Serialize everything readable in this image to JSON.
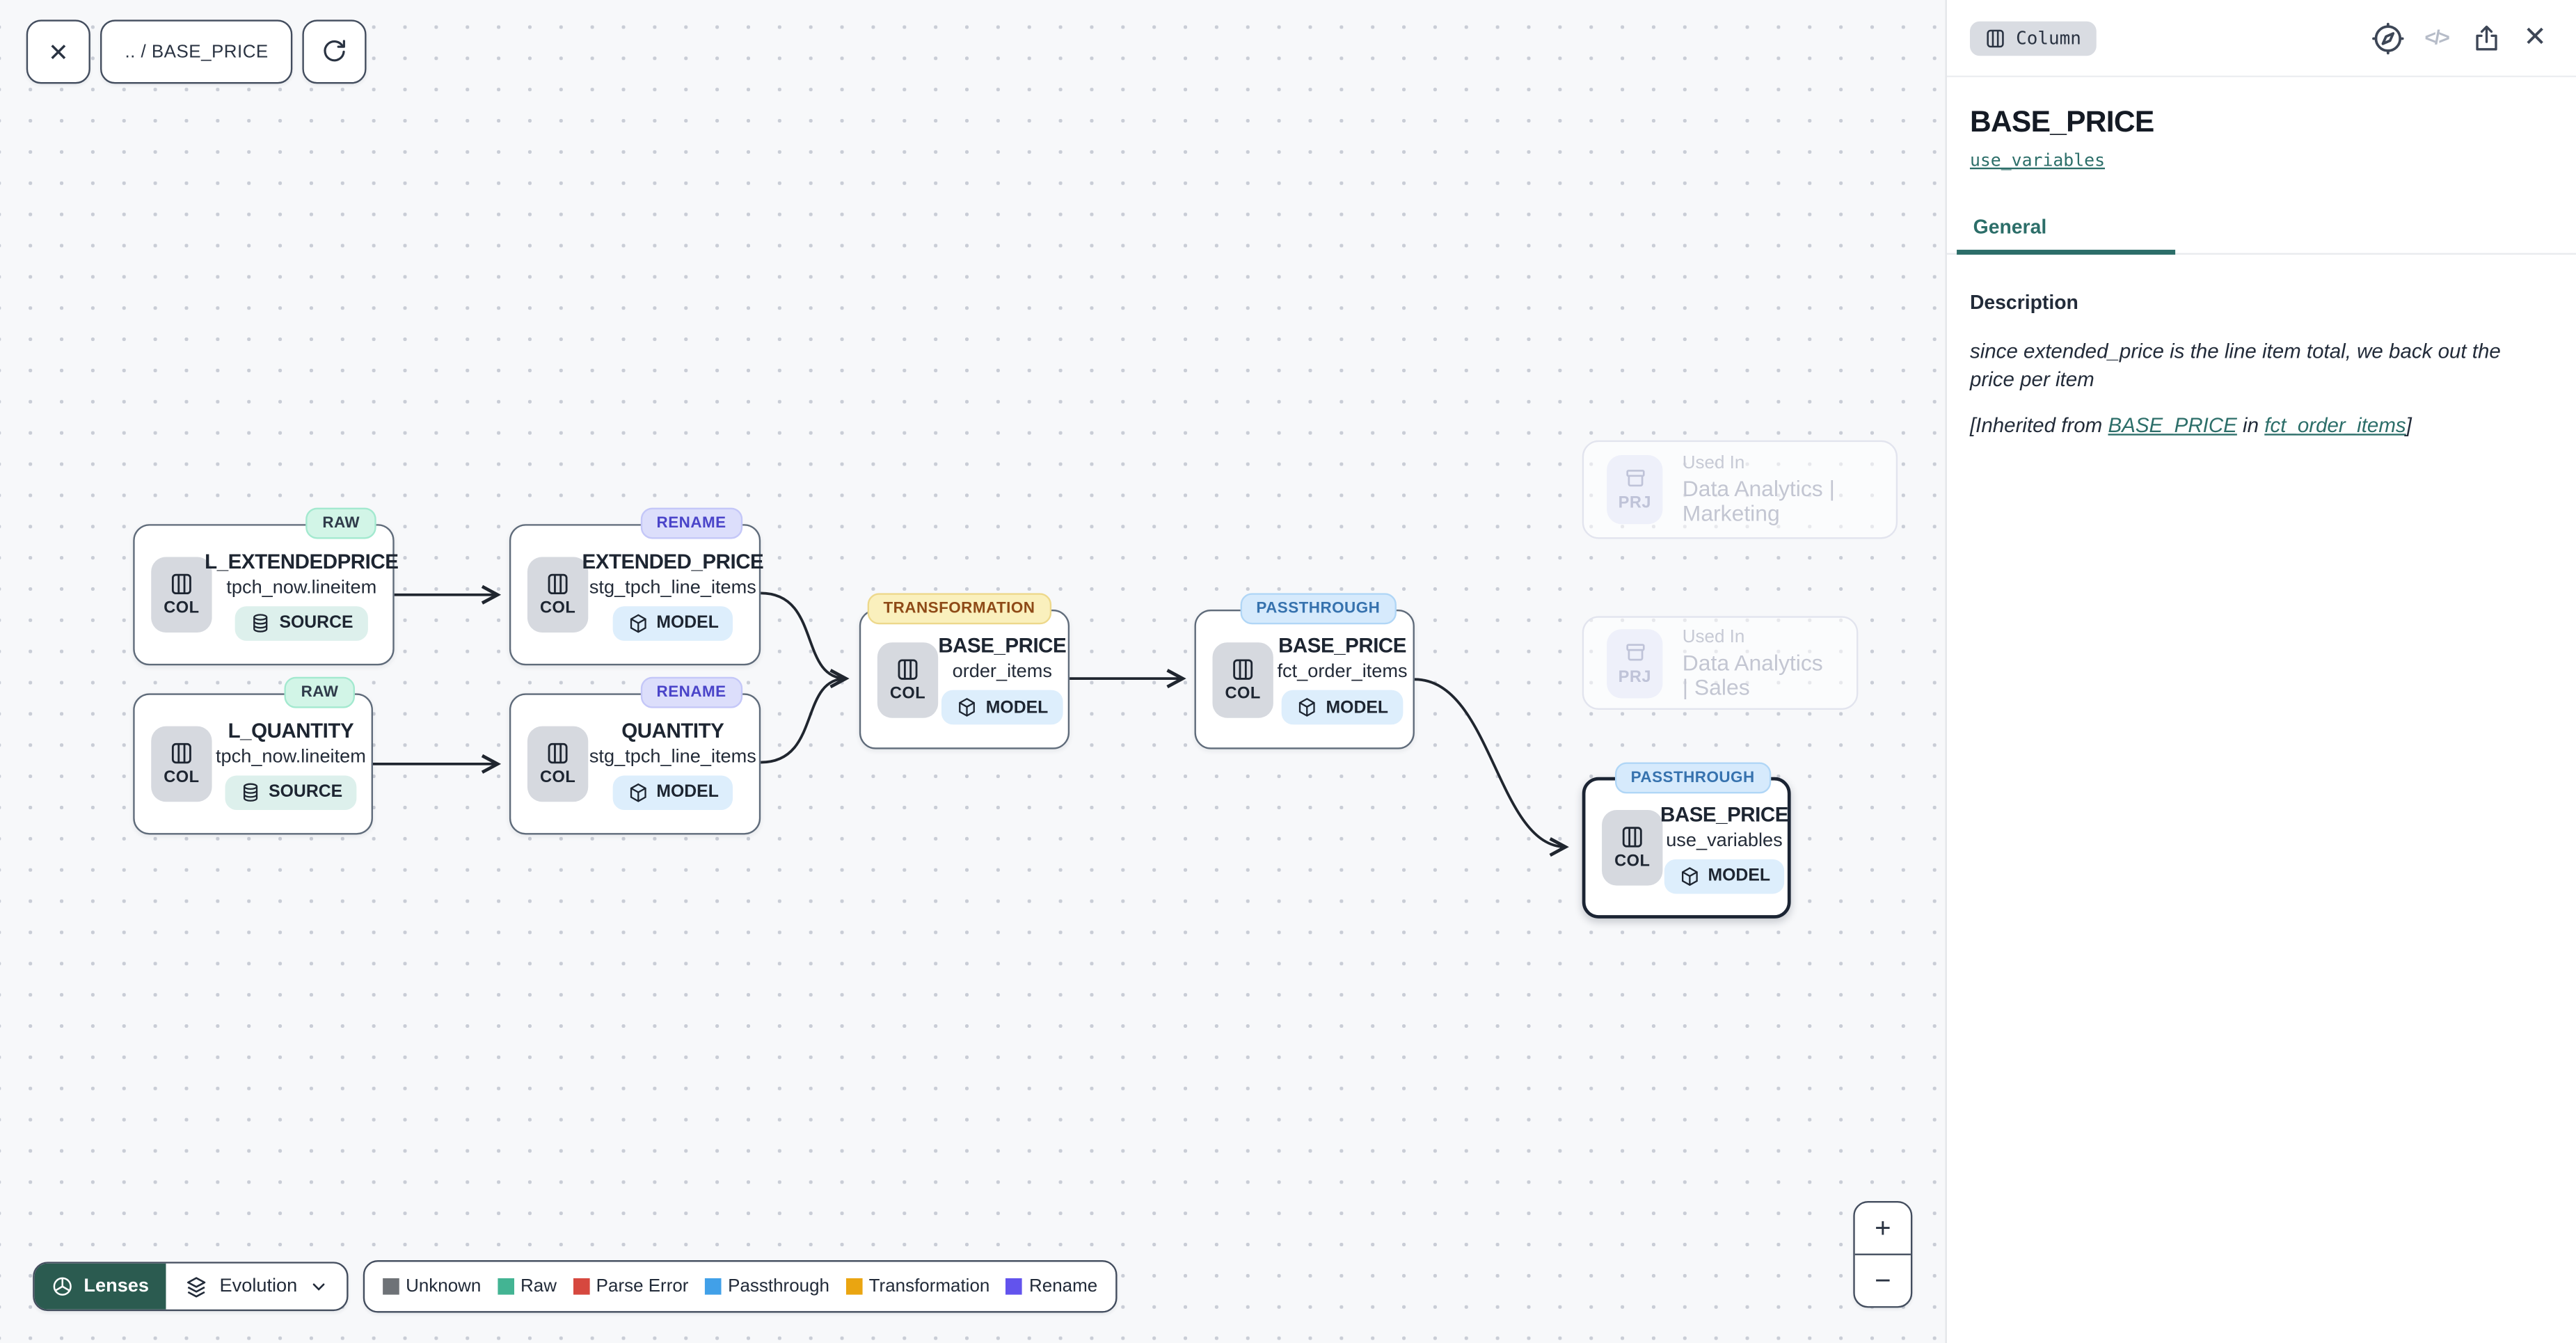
{
  "toolbar": {
    "breadcrumb": ".. / BASE_PRICE"
  },
  "icons": {
    "close": "✕",
    "code": "</>",
    "zoom_in": "+",
    "zoom_out": "−"
  },
  "canvas": {
    "nodes": [
      {
        "tag": "RAW",
        "title": "L_EXTENDEDPRICE",
        "subtitle": "tpch_now.lineitem",
        "kind": "COL",
        "badge": "SOURCE"
      },
      {
        "tag": "RENAME",
        "title": "EXTENDED_PRICE",
        "subtitle": "stg_tpch_line_items",
        "kind": "COL",
        "badge": "MODEL"
      },
      {
        "tag": "RAW",
        "title": "L_QUANTITY",
        "subtitle": "tpch_now.lineitem",
        "kind": "COL",
        "badge": "SOURCE"
      },
      {
        "tag": "RENAME",
        "title": "QUANTITY",
        "subtitle": "stg_tpch_line_items",
        "kind": "COL",
        "badge": "MODEL"
      },
      {
        "tag": "TRANSFORMATION",
        "title": "BASE_PRICE",
        "subtitle": "order_items",
        "kind": "COL",
        "badge": "MODEL"
      },
      {
        "tag": "PASSTHROUGH",
        "title": "BASE_PRICE",
        "subtitle": "fct_order_items",
        "kind": "COL",
        "badge": "MODEL"
      },
      {
        "tag": "PASSTHROUGH",
        "title": "BASE_PRICE",
        "subtitle": "use_variables",
        "kind": "COL",
        "badge": "MODEL"
      }
    ],
    "ghosts": [
      {
        "kind": "PRJ",
        "label": "Used In",
        "name": "Data Analytics | Marketing"
      },
      {
        "kind": "PRJ",
        "label": "Used In",
        "name": "Data Analytics | Sales"
      }
    ],
    "legend": {
      "lenses_label": "Lenses",
      "mode_label": "Evolution",
      "items": [
        {
          "label": "Unknown",
          "color": "#6e7277"
        },
        {
          "label": "Raw",
          "color": "#43b493"
        },
        {
          "label": "Parse Error",
          "color": "#d6483f"
        },
        {
          "label": "Passthrough",
          "color": "#41a0e8"
        },
        {
          "label": "Transformation",
          "color": "#eaa511"
        },
        {
          "label": "Rename",
          "color": "#6253ed"
        }
      ]
    }
  },
  "panel": {
    "type_badge": "Column",
    "title": "BASE_PRICE",
    "subtitle_link": "use_variables",
    "tab": "General",
    "description_label": "Description",
    "description_text": "since extended_price is the line item total, we back out the price per item",
    "inherited": {
      "prefix": "[Inherited from ",
      "link1": "BASE_PRICE",
      "mid": " in ",
      "link2": "fct_order_items",
      "suffix": "]"
    }
  }
}
